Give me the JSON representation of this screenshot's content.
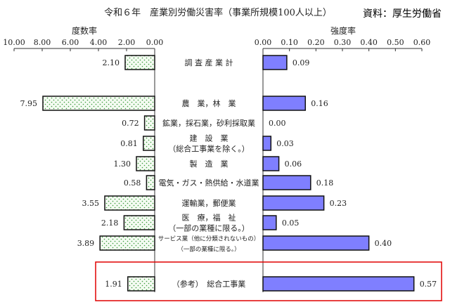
{
  "chart_data": {
    "type": "bar",
    "title": "令和６年　産業別労働災害率（事業所規模100人以上）",
    "source": "資料：厚生労働省",
    "categories": [
      "調 査 産 業 計",
      "農　業，林　業",
      "鉱業，採石業，砂利採取業",
      "建　設　業\n（総合工事業を除く。）",
      "製　造　業",
      "電気・ガス・熱供給・水道業",
      "運輸業，郵便業",
      "医　療，福　祉\n（一部の業種に限る。）",
      "サービス業（他に分類されないもの）\n（一部の業種に限る。）",
      "（参考）　総合工事業"
    ],
    "series": [
      {
        "name": "度数率",
        "values": [
          2.1,
          7.95,
          0.72,
          0.81,
          1.3,
          0.58,
          3.55,
          2.18,
          3.89,
          1.91
        ],
        "labels": [
          "2.10",
          "7.95",
          "0.72",
          "0.81",
          "1.30",
          "0.58",
          "3.55",
          "2.18",
          "3.89",
          "1.91"
        ],
        "xlim": [
          0,
          10
        ],
        "ticks": [
          "10.00",
          "8.00",
          "6.00",
          "4.00",
          "2.00",
          "0.00"
        ],
        "color": "#c8e8c0"
      },
      {
        "name": "強度率",
        "values": [
          0.09,
          0.16,
          0.0,
          0.03,
          0.06,
          0.18,
          0.23,
          0.05,
          0.4,
          0.57
        ],
        "labels": [
          "0.09",
          "0.16",
          "0.00",
          "0.03",
          "0.06",
          "0.18",
          "0.23",
          "0.05",
          "0.40",
          "0.57"
        ],
        "xlim": [
          0,
          0.6
        ],
        "ticks": [
          "0.00",
          "0.10",
          "0.20",
          "0.30",
          "0.40",
          "0.50",
          "0.60"
        ],
        "color": "#7f7fff"
      }
    ],
    "highlight_category": "（参考）　総合工事業",
    "highlight_color": "#e00000"
  }
}
